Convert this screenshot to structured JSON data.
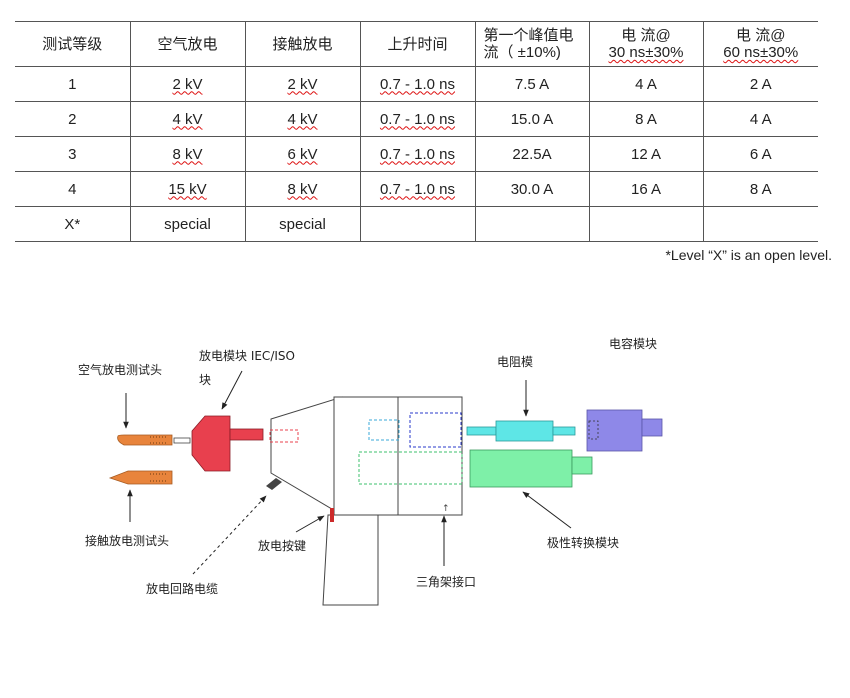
{
  "table": {
    "headers": [
      {
        "line1": "测试等级",
        "line2": ""
      },
      {
        "line1": "空气放电",
        "line2": ""
      },
      {
        "line1": "接触放电",
        "line2": ""
      },
      {
        "line1": "上升时间",
        "line2": ""
      },
      {
        "line1": "第一个峰值电",
        "line2": "流（ ±10%)"
      },
      {
        "line1": "电  流@",
        "line2": "30 ns±30%"
      },
      {
        "line1": "电  流@",
        "line2": "60 ns±30%"
      }
    ],
    "rows": [
      [
        "1",
        "2 kV",
        "2 kV",
        "0.7 - 1.0 ns",
        "7.5 A",
        "4 A",
        "2 A"
      ],
      [
        "2",
        "4 kV",
        "4 kV",
        "0.7 - 1.0 ns",
        "15.0  A",
        "8 A",
        "4 A"
      ],
      [
        "3",
        "8 kV",
        "6 kV",
        "0.7 - 1.0 ns",
        "22.5A",
        "12  A",
        "6 A"
      ],
      [
        "4",
        "15 kV",
        "8 kV",
        "0.7 - 1.0 ns",
        "30.0 A",
        "16  A",
        "8 A"
      ],
      [
        "X*",
        "special",
        "special",
        "",
        "",
        "",
        ""
      ]
    ]
  },
  "footnote": "*Level “X” is an open level.",
  "diagram": {
    "labels": {
      "air_probe": "空气放电测试头",
      "contact_probe": "接触放电测试头",
      "discharge_module_line1": "放电模块 IEC/ISO",
      "discharge_module_line2": "块",
      "resistor_module": "电阻模",
      "capacitor_module": "电容模块",
      "polarity_module": "极性转换模块",
      "trigger": "放电按键",
      "cable": "放电回路电缆",
      "tripod": "三角架接口"
    },
    "colors": {
      "probe": "#e8843c",
      "discharge_module": "#e8404e",
      "resistor": "#5ee6e6",
      "capacitor": "#8e88e8",
      "polarity": "#7ef0a8",
      "outline": "#444444"
    }
  }
}
